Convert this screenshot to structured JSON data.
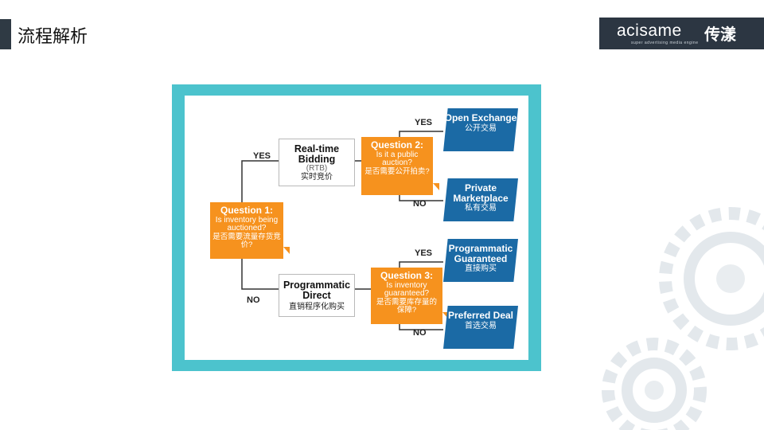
{
  "header": {
    "title": "流程解析"
  },
  "logo": {
    "word": "acisame",
    "cn": "传漾",
    "tagline": "super advertising media engine"
  },
  "diagram": {
    "labels": {
      "yes": "YES",
      "no": "NO"
    },
    "q1": {
      "title": "Question 1:",
      "text": "Is inventory being auctioned?",
      "cn": "是否需要流量存货竞价?"
    },
    "rtb": {
      "title": "Real-time Bidding",
      "abbr": "(RTB)",
      "cn": "实时竞价"
    },
    "pd": {
      "title": "Programmatic Direct",
      "cn": "直销程序化购买"
    },
    "q2": {
      "title": "Question 2:",
      "text": "Is it a public auction?",
      "cn": "是否需要公开拍卖?"
    },
    "q3": {
      "title": "Question 3:",
      "text": "Is inventory guaranteed?",
      "cn": "是否需要库存量的保障?"
    },
    "open": {
      "title": "Open Exchange",
      "cn": "公开交易"
    },
    "private": {
      "title": "Private Marketplace",
      "cn": "私有交易"
    },
    "guaranteed": {
      "title": "Programmatic Guaranteed",
      "cn": "直接购买"
    },
    "preferred": {
      "title": "Preferred Deal",
      "cn": "首选交易"
    }
  }
}
